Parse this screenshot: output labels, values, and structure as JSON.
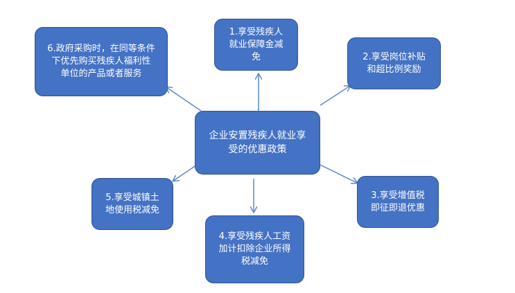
{
  "diagram": {
    "center": "企业安置残疾人就业享\n受的优惠政策",
    "policies": [
      "1.享受残疾人\n就业保障金减\n免",
      "2.享受岗位补贴\n和超比例奖励",
      "3.享受增值税\n即征即退优惠",
      "4.享受残疾人工资\n加计扣除企业所得\n税减免",
      "5.享受城镇土\n地使用税减免",
      "6.政府采购时，在同等条件\n下优先购买残疾人福利性\n单位的产品或者服务"
    ]
  },
  "colors": {
    "node_fill": "#4472c4",
    "node_border": "#2f528f",
    "arrow": "#5b87c9",
    "text": "#ffffff"
  }
}
